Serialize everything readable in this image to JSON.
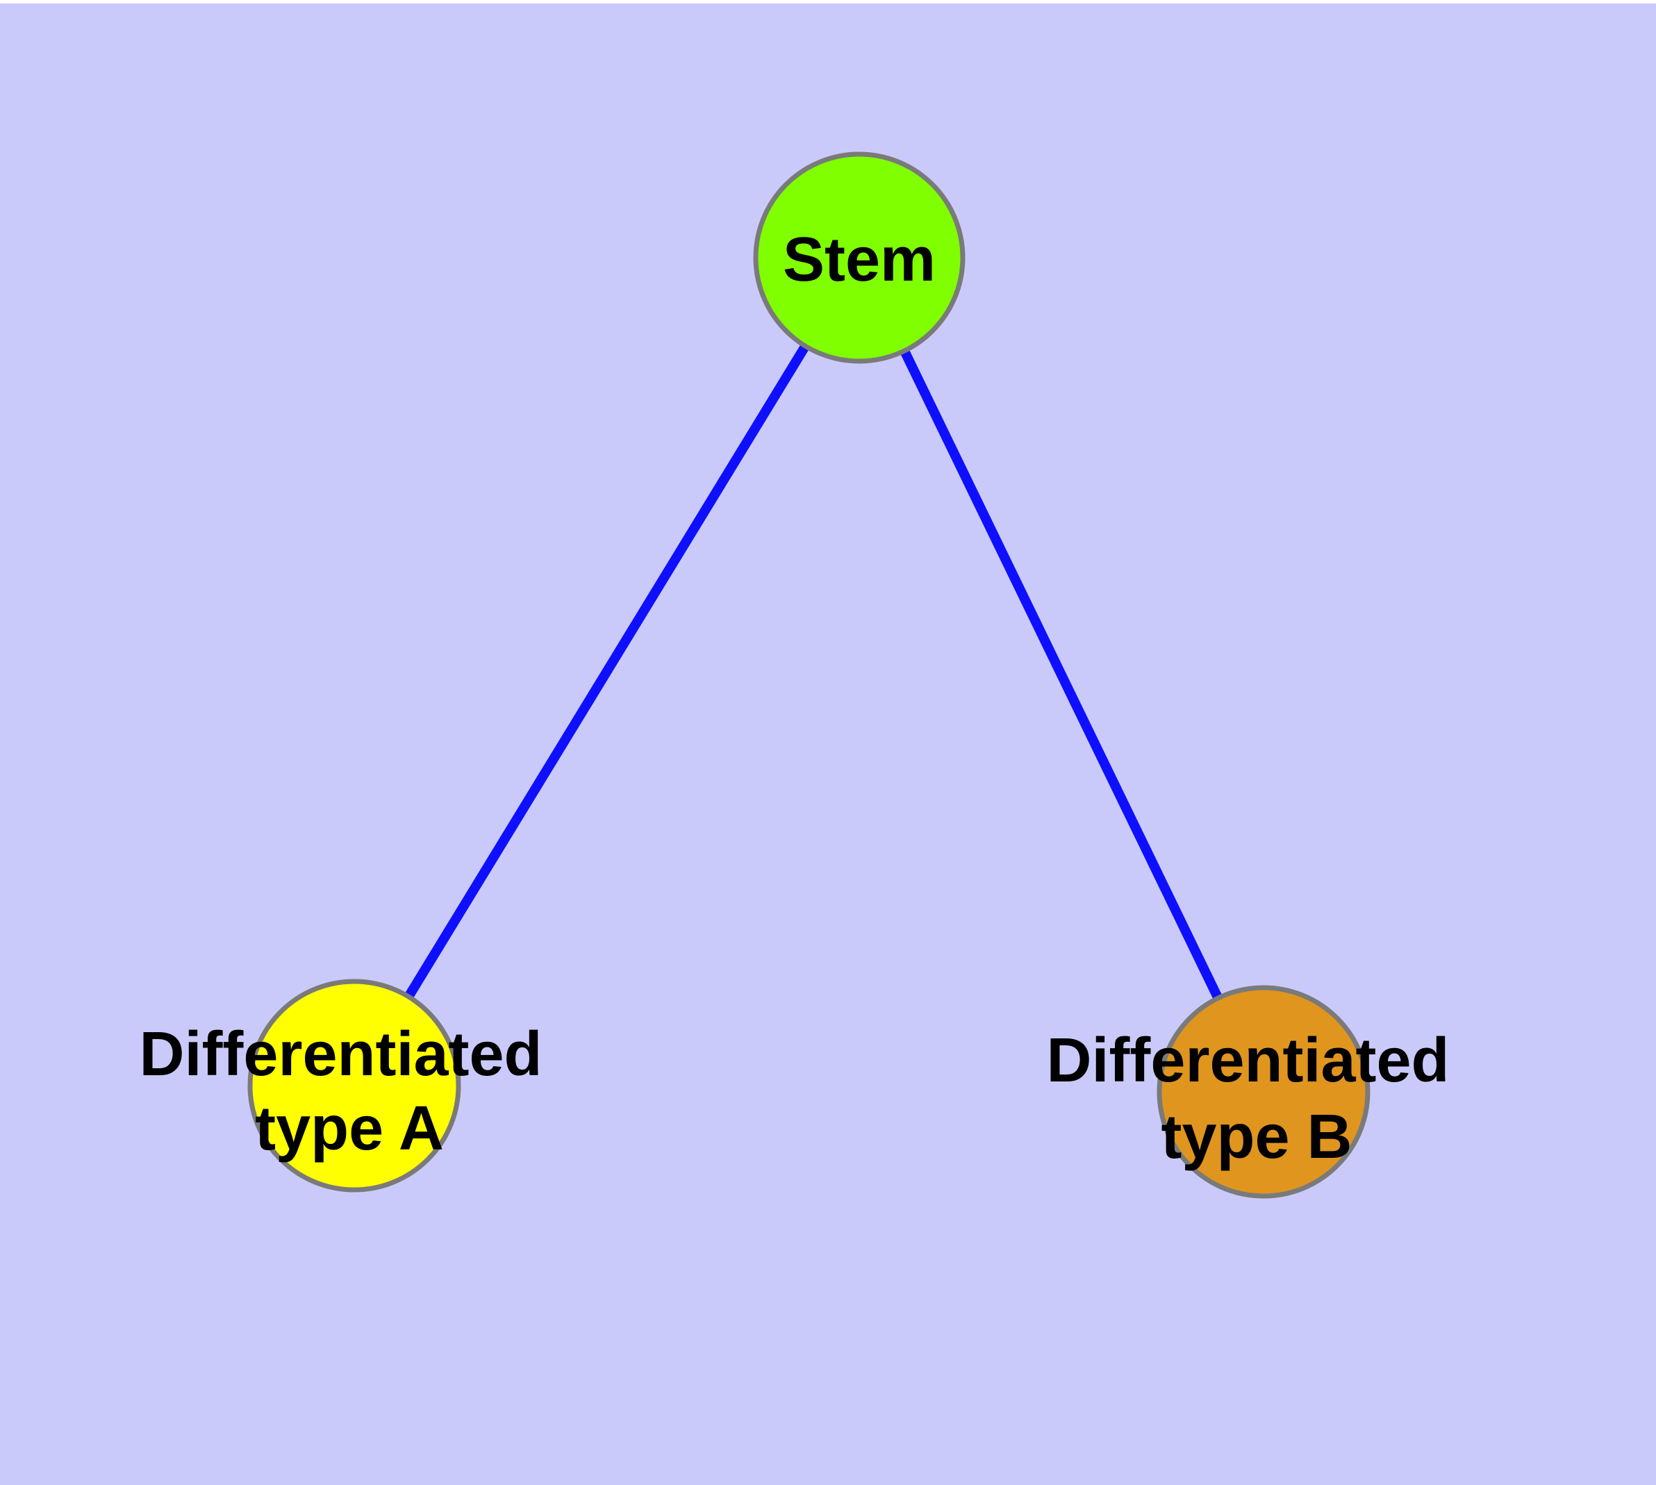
{
  "diagram": {
    "background_color": "#cacafa",
    "node_border_color": "#7a7a7a",
    "edge_color": "#0f0fff",
    "nodes": [
      {
        "id": "stem",
        "label": "Stem",
        "lines": [
          "Stem"
        ],
        "fill_color": "#7fff00"
      },
      {
        "id": "differentiated-type-a",
        "label": "Differentiated type A",
        "lines": [
          "Differentiated",
          "type A"
        ],
        "fill_color": "#ffff00"
      },
      {
        "id": "differentiated-type-b",
        "label": "Differentiated type B",
        "lines": [
          "Differentiated",
          "type B"
        ],
        "fill_color": "#e0951f"
      }
    ],
    "edges": [
      {
        "from": "Stem",
        "to": "Differentiated type A"
      },
      {
        "from": "Stem",
        "to": "Differentiated type B"
      }
    ]
  }
}
